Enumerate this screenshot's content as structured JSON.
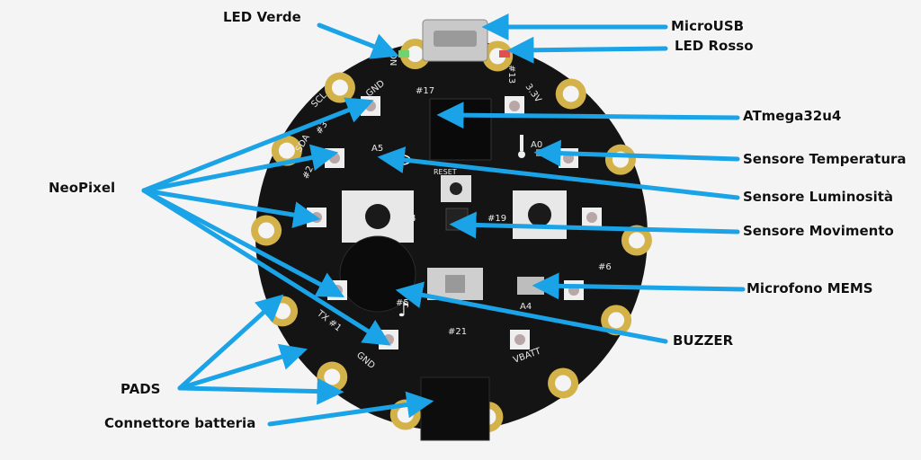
{
  "colors": {
    "arrow": "#1aa3e6",
    "board": "#141414",
    "pad_gold": "#d4b24a",
    "label_text": "#111111",
    "background": "#f4f4f4"
  },
  "labels": {
    "led_verde": "LED Verde",
    "microusb": "MicroUSB",
    "led_rosso": "LED Rosso",
    "atmega": "ATmega32u4",
    "sensore_temperatura": "Sensore Temperatura",
    "sensore_luminosita": "Sensore Luminosità",
    "sensore_movimento": "Sensore Movimento",
    "microfono": "Microfono MEMS",
    "buzzer": "BUZZER",
    "neopixel": "NeoPixel",
    "pads": "PADS",
    "connettore_batteria": "Connettore batteria"
  },
  "board_silkscreen": {
    "gnd_top": "GND",
    "pin17": "#17",
    "pin3": "#3",
    "pin2": "#2",
    "a5": "A5",
    "a0": "A0",
    "reset": "RESET",
    "pin4": "#4",
    "pin19": "#19",
    "pin5": "#5",
    "pin6": "#6",
    "a4": "A4",
    "pin21": "#21",
    "tx": "TX #1",
    "gnd_bottom": "GND",
    "vbatt": "VBATT",
    "pin13": "#13",
    "on": "ON",
    "v33": "3.3V",
    "scl": "SCL",
    "sda": "SDA"
  },
  "icons": [
    "music-note-icon",
    "eye-icon",
    "thermometer-icon"
  ]
}
